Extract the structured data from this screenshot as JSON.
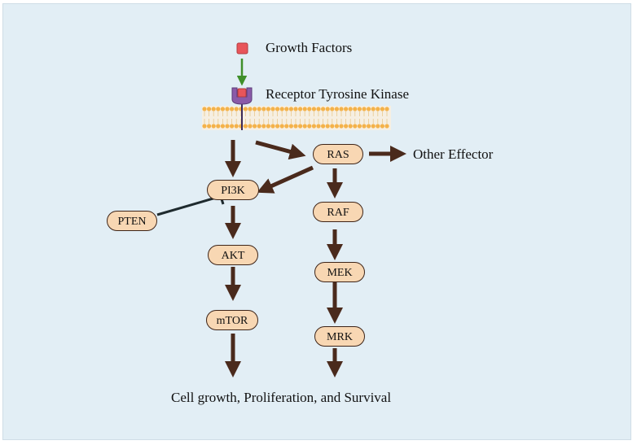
{
  "labels": {
    "growth_factors": "Growth Factors",
    "receptor": "Receptor Tyrosine Kinase",
    "other_effector": "Other Effector",
    "outcome": "Cell growth, Proliferation, and Survival"
  },
  "nodes": {
    "ras": "RAS",
    "pi3k": "PI3K",
    "pten": "PTEN",
    "akt": "AKT",
    "mtor": "mTOR",
    "raf": "RAF",
    "mek": "MEK",
    "mrk": "MRK"
  },
  "colors": {
    "background": "#e2eef5",
    "node_fill": "#f8d7b3",
    "node_border": "#3d2418",
    "arrow": "#4a2a1c",
    "growth_arrow": "#3f8f2a",
    "ligand": "#e8555a",
    "receptor": "#8a5aa8",
    "membrane": "#f4b24a"
  },
  "edges": [
    {
      "from": "Receptor Tyrosine Kinase",
      "to": "PI3K",
      "type": "activation"
    },
    {
      "from": "Receptor Tyrosine Kinase",
      "to": "RAS",
      "type": "activation"
    },
    {
      "from": "RAS",
      "to": "Other Effector",
      "type": "activation"
    },
    {
      "from": "RAS",
      "to": "PI3K",
      "type": "activation"
    },
    {
      "from": "RAS",
      "to": "RAF",
      "type": "activation"
    },
    {
      "from": "PTEN",
      "to": "PI3K",
      "type": "inhibition"
    },
    {
      "from": "PI3K",
      "to": "AKT",
      "type": "activation"
    },
    {
      "from": "AKT",
      "to": "mTOR",
      "type": "activation"
    },
    {
      "from": "mTOR",
      "to": "Cell growth, Proliferation, and Survival",
      "type": "activation"
    },
    {
      "from": "RAF",
      "to": "MEK",
      "type": "activation"
    },
    {
      "from": "MEK",
      "to": "MRK",
      "type": "activation"
    },
    {
      "from": "MRK",
      "to": "Cell growth, Proliferation, and Survival",
      "type": "activation"
    }
  ]
}
